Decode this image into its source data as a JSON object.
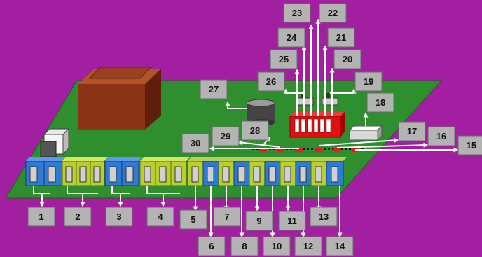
{
  "colors": {
    "background": "#a11fa0",
    "board": "#2f8f2f",
    "connector_blue": "#2e7bd6",
    "connector_green": "#b8cf2e",
    "transformer": "#8a3415",
    "relay_block": "#e01010",
    "led": "#e02020",
    "label_box": "#b3b3b3",
    "arrow": "#ffffff"
  },
  "diagram": {
    "labels": [
      "1",
      "2",
      "3",
      "4",
      "5",
      "6",
      "7",
      "8",
      "9",
      "10",
      "11",
      "12",
      "13",
      "14",
      "15",
      "16",
      "17",
      "18",
      "19",
      "20",
      "21",
      "22",
      "23",
      "24",
      "25",
      "26",
      "27",
      "28",
      "29",
      "30"
    ],
    "icons": [
      "transformer-icon",
      "capacitor-icon",
      "dip-switch-icon",
      "chip-icon",
      "relay-icon",
      "connector-icon",
      "led-icon",
      "transistor-icon"
    ]
  }
}
